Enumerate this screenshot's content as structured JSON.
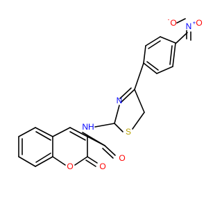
{
  "molecule": {
    "atoms": {
      "o_nitro1": {
        "label": "O",
        "charge": "-",
        "color": "#ff0000"
      },
      "n_nitro": {
        "label": "N",
        "charge": "+",
        "color": "#0000ff"
      },
      "o_nitro2": {
        "label": "O",
        "color": "#ff0000"
      },
      "n_thiazole": {
        "label": "N",
        "color": "#0000ff"
      },
      "s_thiazole": {
        "label": "S",
        "color": "#b8a200"
      },
      "nh_amide": {
        "label": "NH",
        "color": "#0000ff"
      },
      "o_amide": {
        "label": "O",
        "color": "#ff0000"
      },
      "o_ring": {
        "label": "O",
        "color": "#ff0000"
      },
      "o_lactone": {
        "label": "O",
        "color": "#ff0000"
      }
    },
    "bond_color": "#000000"
  }
}
